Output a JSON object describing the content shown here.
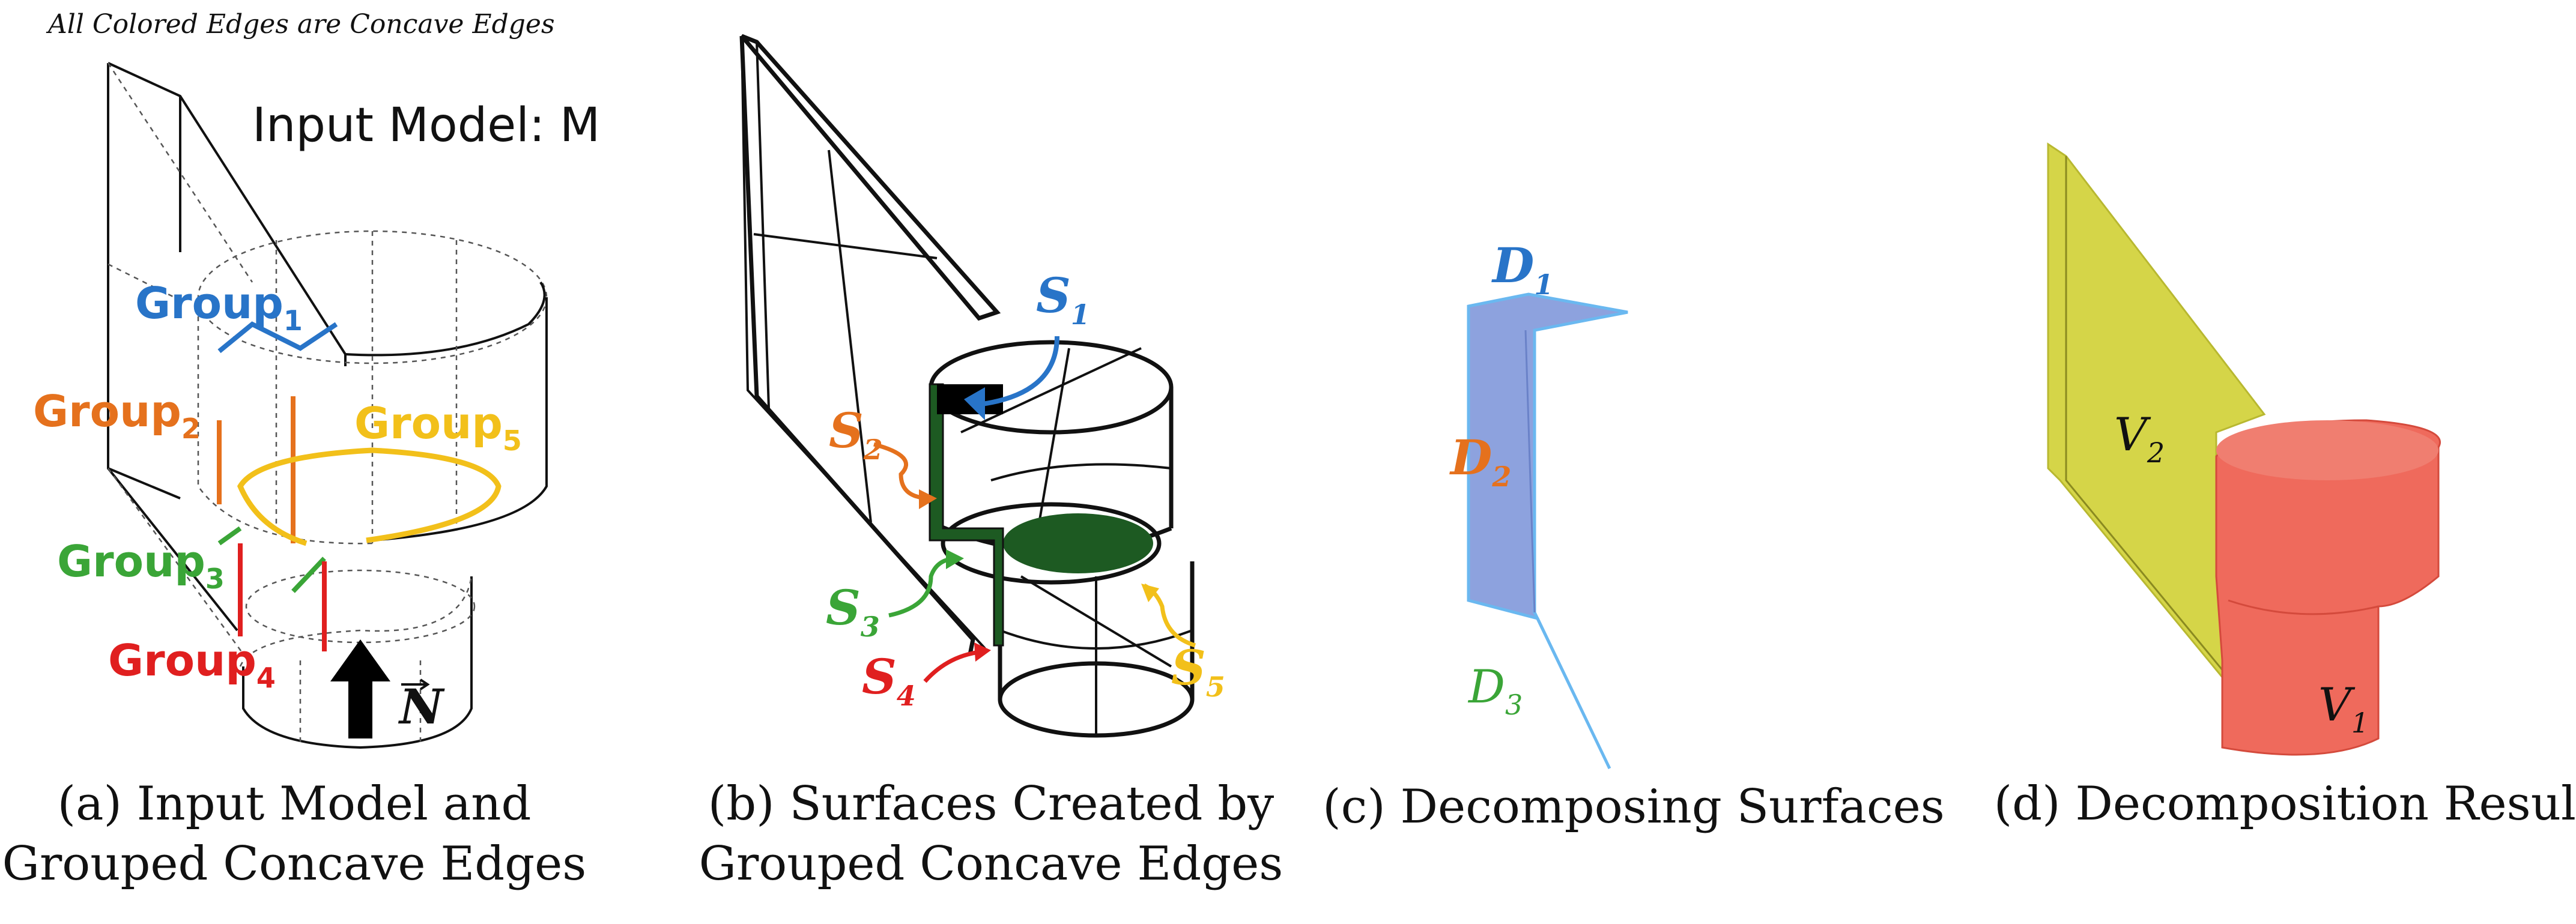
{
  "note": "All  Colored Edges are Concave Edges",
  "colors": {
    "blue": "#2874c8",
    "orange": "#e5711d",
    "yellow": "#f2c01a",
    "green": "#3aa537",
    "red": "#e01f1f",
    "surface_blue": "#8da2de",
    "yellow_volume": "#d5d548",
    "red_volume": "#ef6a5c",
    "green_surface": "#1d5a22"
  },
  "panel_a": {
    "title": "Input Model: M",
    "groups": [
      {
        "name": "Group",
        "sub": "1"
      },
      {
        "name": "Group",
        "sub": "2"
      },
      {
        "name": "Group",
        "sub": "5"
      },
      {
        "name": "Group",
        "sub": "3"
      },
      {
        "name": "Group",
        "sub": "4"
      }
    ],
    "normal_label": "N",
    "caption_line1": "(a) Input Model and",
    "caption_line2": "Grouped Concave Edges"
  },
  "panel_b": {
    "surfaces": [
      {
        "name": "S",
        "sub": "1"
      },
      {
        "name": "S",
        "sub": "2"
      },
      {
        "name": "S",
        "sub": "3"
      },
      {
        "name": "S",
        "sub": "4"
      },
      {
        "name": "S",
        "sub": "5"
      }
    ],
    "caption_line1": "(b) Surfaces Created by",
    "caption_line2": "Grouped Concave Edges"
  },
  "panel_c": {
    "labels": [
      {
        "name": "D",
        "sub": "1"
      },
      {
        "name": "D",
        "sub": "2"
      },
      {
        "name": "D",
        "sub": "3"
      }
    ],
    "caption": "(c) Decomposing Surfaces"
  },
  "panel_d": {
    "labels": [
      {
        "name": "V",
        "sub": "2"
      },
      {
        "name": "V",
        "sub": "1"
      }
    ],
    "caption": "(d) Decomposition Result"
  }
}
